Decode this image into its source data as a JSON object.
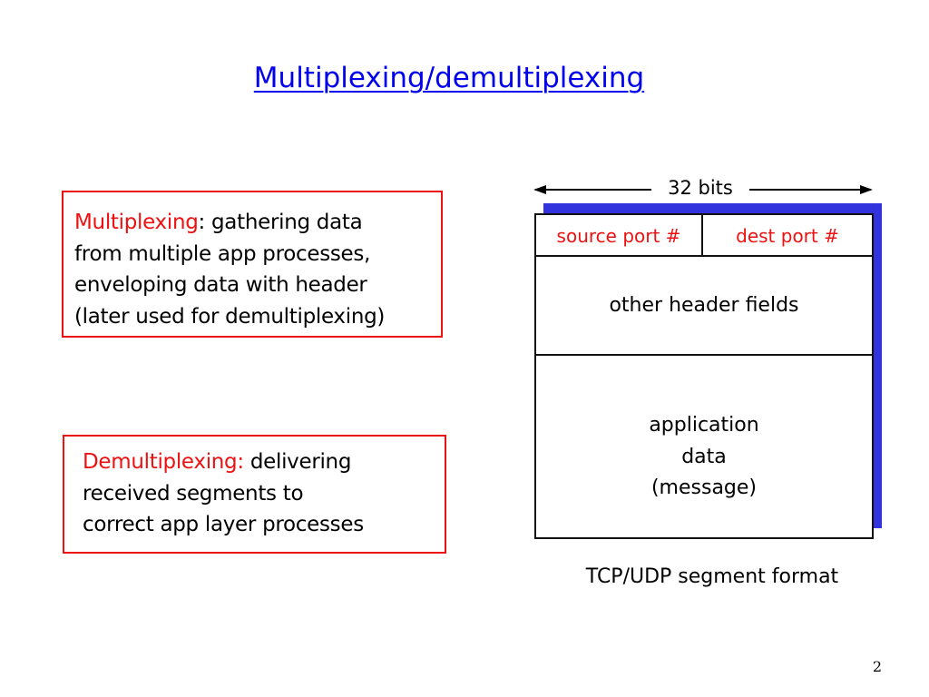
{
  "slide": {
    "title": "Multiplexing/demultiplexing",
    "page_number": "2"
  },
  "multiplexing_box": {
    "keyword": "Multiplexing",
    "line1_rest": ": gathering data",
    "line2": "from multiple app processes,",
    "line3": "enveloping data with header",
    "line4": "(later used for demultiplexing)"
  },
  "demultiplexing_box": {
    "keyword": "Demultiplexing:",
    "line1_rest": " delivering",
    "line2": "received segments to",
    "line3": "correct app layer processes"
  },
  "segment_diagram": {
    "width_label": "32 bits",
    "source_port": "source port #",
    "dest_port": "dest port #",
    "other_header": "other header fields",
    "app_data_line1": "application",
    "app_data_line2": "data",
    "app_data_line3": "(message)",
    "caption": "TCP/UDP segment format"
  },
  "colors": {
    "title": "#0000ee",
    "keyword": "#ee1111",
    "box_border": "#ee1111",
    "segment_shadow": "#3333dd"
  }
}
